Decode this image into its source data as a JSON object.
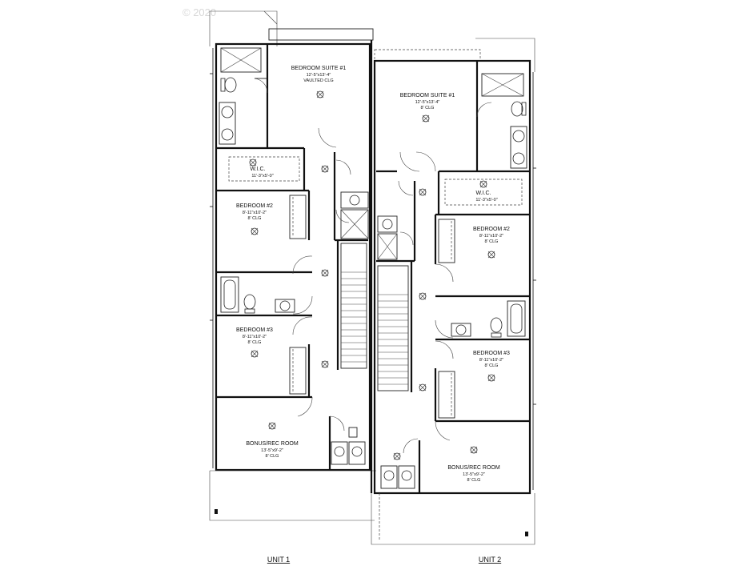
{
  "watermark": "© 2020",
  "units": [
    {
      "label": "UNIT 1",
      "rooms": {
        "suite": {
          "name": "BEDROOM SUITE #1",
          "size": "12'-5\"x13'-4\"",
          "ceiling": "VAULTED CLG"
        },
        "wic": {
          "name": "W.I.C.",
          "size": "11'-3\"x5'-0\""
        },
        "bed2": {
          "name": "BEDROOM #2",
          "size": "8'-11\"x10'-2\"",
          "ceiling": "8' CLG"
        },
        "bed3": {
          "name": "BEDROOM #3",
          "size": "8'-11\"x10'-2\"",
          "ceiling": "8' CLG"
        },
        "bonus": {
          "name": "BONUS/REC ROOM",
          "size": "13'-5\"x9'-2\"",
          "ceiling": "8' CLG"
        }
      }
    },
    {
      "label": "UNIT 2",
      "rooms": {
        "suite": {
          "name": "BEDROOM SUITE #1",
          "size": "12'-5\"x13'-4\"",
          "ceiling": "8' CLG"
        },
        "wic": {
          "name": "W.I.C.",
          "size": "11'-3\"x5'-0\""
        },
        "bed2": {
          "name": "BEDROOM #2",
          "size": "8'-11\"x10'-2\"",
          "ceiling": "8' CLG"
        },
        "bed3": {
          "name": "BEDROOM #3",
          "size": "8'-11\"x10'-2\"",
          "ceiling": "8' CLG"
        },
        "bonus": {
          "name": "BONUS/REC ROOM",
          "size": "13'-5\"x9'-2\"",
          "ceiling": "8' CLG"
        }
      }
    }
  ]
}
